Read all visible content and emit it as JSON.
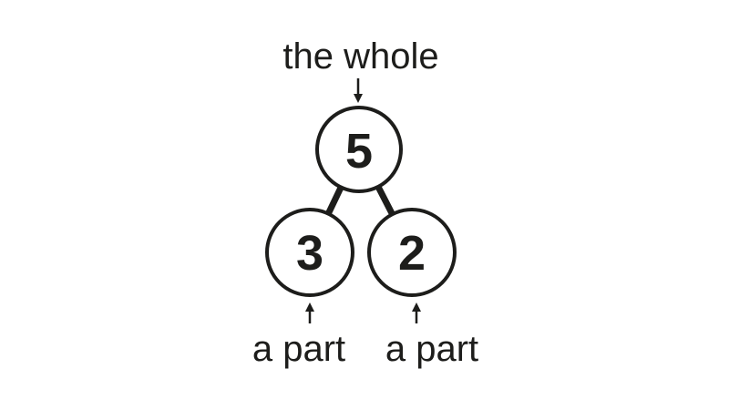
{
  "diagram": {
    "type": "number-bond",
    "whole": {
      "value": "5",
      "label": "the whole"
    },
    "parts": [
      {
        "value": "3",
        "label": "a part"
      },
      {
        "value": "2",
        "label": "a part"
      }
    ],
    "colors": {
      "ink": "#1d1d1b",
      "circle_fill": "#ffffff",
      "background": "#ffffff"
    }
  }
}
